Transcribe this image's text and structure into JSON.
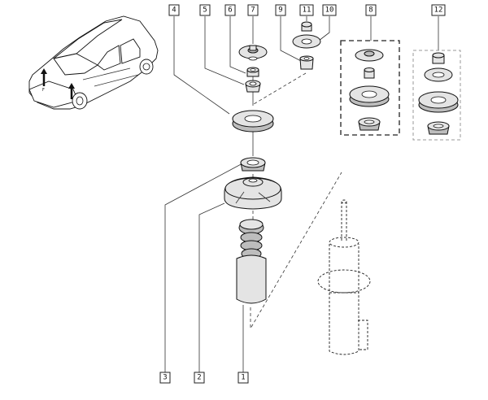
{
  "diagram": {
    "title": "Front suspension strut mounting – exploded view",
    "callouts": [
      {
        "id": "1",
        "label": "1"
      },
      {
        "id": "2",
        "label": "2"
      },
      {
        "id": "3",
        "label": "3"
      },
      {
        "id": "4",
        "label": "4"
      },
      {
        "id": "5",
        "label": "5"
      },
      {
        "id": "6",
        "label": "6"
      },
      {
        "id": "7",
        "label": "7"
      },
      {
        "id": "8",
        "label": "8"
      },
      {
        "id": "9",
        "label": "9"
      },
      {
        "id": "10",
        "label": "10"
      },
      {
        "id": "11",
        "label": "11"
      },
      {
        "id": "12",
        "label": "12"
      }
    ],
    "vehicle_marker": "F",
    "colors": {
      "line": "#111111",
      "background": "#ffffff"
    }
  }
}
